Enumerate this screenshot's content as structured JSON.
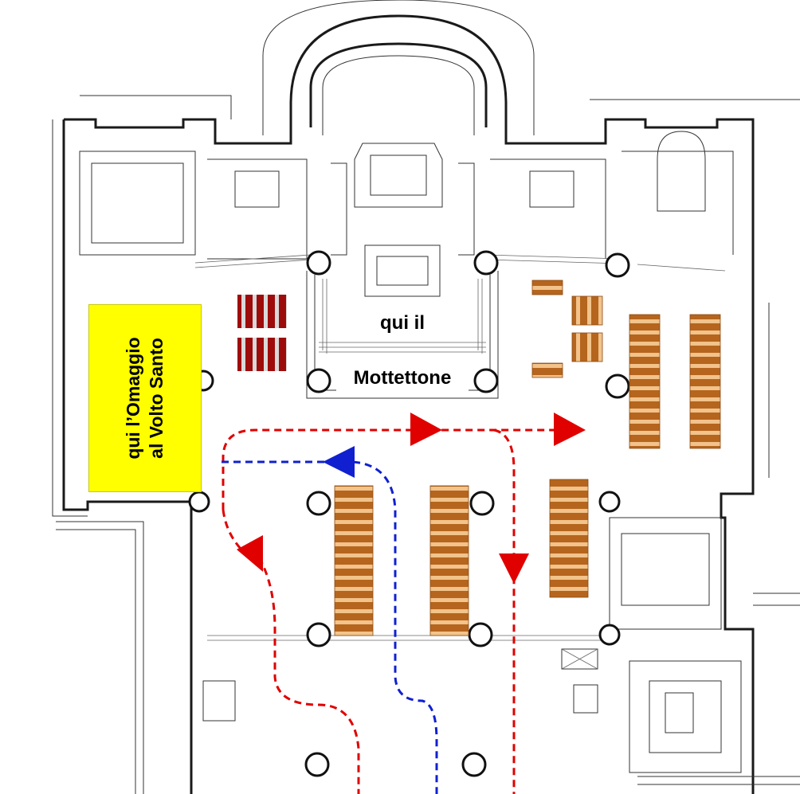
{
  "map": {
    "labels": {
      "omaggio_line1": "qui l’Omaggio",
      "omaggio_line2": "al Volto Santo",
      "mottettone_line1": "qui il",
      "mottettone_line2": "Mottettone"
    },
    "colors": {
      "highlight": "#ffff00",
      "route_red": "#e00000",
      "route_blue": "#1020d0",
      "bench_dark": "#b5651d",
      "bench_light": "#f2c38b",
      "choir_red": "#9e0b0b",
      "choir_grey": "#d9d9d9",
      "wall": "#1a1a1a"
    },
    "legend_icons": [
      "red-route-arrow-icon",
      "blue-route-arrow-icon"
    ]
  }
}
